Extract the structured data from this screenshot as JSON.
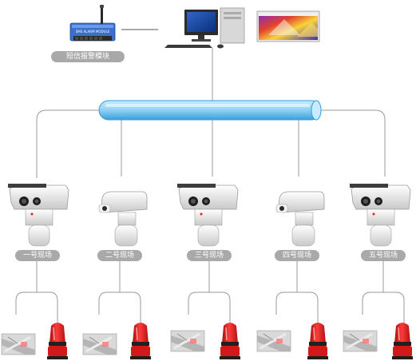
{
  "sms_module": {
    "label": "短信报警模块",
    "board_text": "SMS ALARM MODULE"
  },
  "sites": [
    {
      "label": "一号现场",
      "camera": "dual"
    },
    {
      "label": "二号现场",
      "camera": "dome"
    },
    {
      "label": "三号现场",
      "camera": "dual"
    },
    {
      "label": "四号现场",
      "camera": "dome"
    },
    {
      "label": "五号现场",
      "camera": "dual"
    }
  ],
  "colors": {
    "bus": "#8fd0f2",
    "bus_stroke": "#3a9fd8",
    "line": "#9a9a9a",
    "label_bg": "#a9a9a9",
    "alarm": "#e21f1f"
  },
  "icons": [
    "sms-module-icon",
    "computer-icon",
    "thermal-monitor-icon",
    "network-bus-icon",
    "camera-icon",
    "thermal-image-icon",
    "alarm-light-icon"
  ]
}
